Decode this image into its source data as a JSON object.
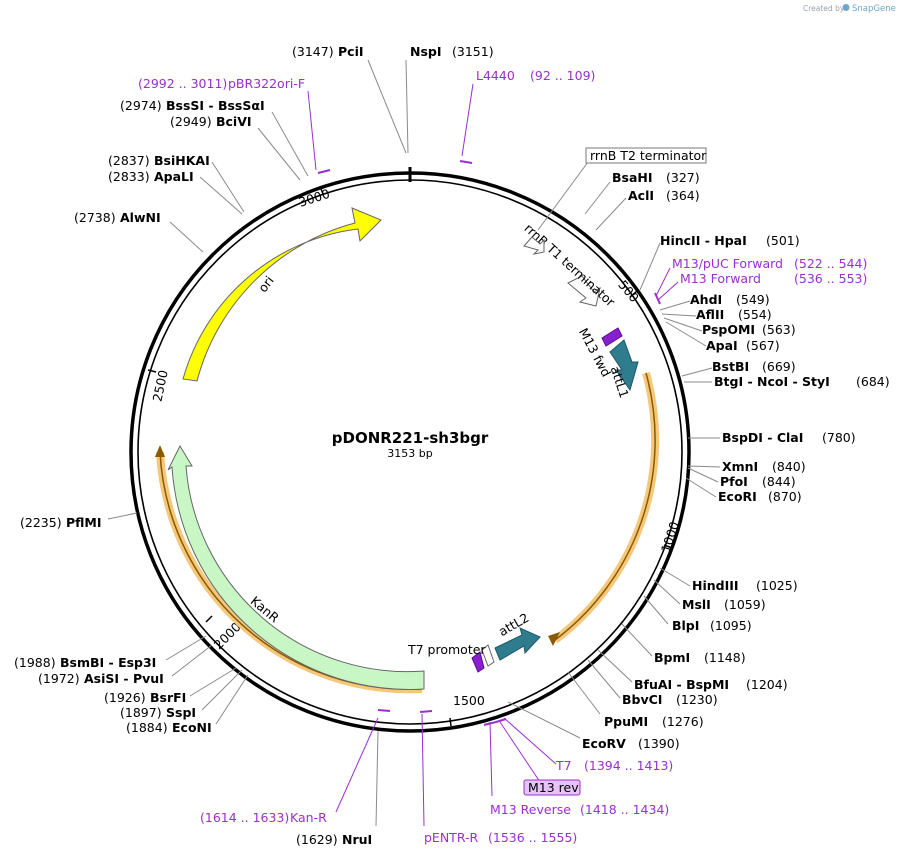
{
  "header": {
    "brand_prefix": "Created by",
    "brand_name": "SnapGene"
  },
  "plasmid": {
    "name": "pDONR221-sh3bgr",
    "length": "3153 bp"
  },
  "ticks": [
    "500",
    "1000",
    "1500",
    "2000",
    "2500",
    "3000"
  ],
  "features": {
    "rrnB_T2": "rrnB T2 terminator",
    "rrnB_T1": "rrnB T1 terminator",
    "m13_fwd": "M13 fwd",
    "attL1": "attL1",
    "t7_promoter": "T7 promoter",
    "attL2": "attL2",
    "kanR": "KanR",
    "ori": "ori"
  },
  "right_sites": [
    {
      "name": "BsaHI",
      "pos": "(327)"
    },
    {
      "name": "AclI",
      "pos": "(364)"
    },
    {
      "name": "HincII  -  HpaI",
      "pos": "(501)"
    },
    {
      "name": "AhdI",
      "pos": "(549)"
    },
    {
      "name": "AflII",
      "pos": "(554)"
    },
    {
      "name": "PspOMI",
      "pos": "(563)"
    },
    {
      "name": "ApaI",
      "pos": "(567)"
    },
    {
      "name": "BstBI",
      "pos": "(669)"
    },
    {
      "name": "BtgI  -  NcoI  -  StyI",
      "pos": "(684)"
    },
    {
      "name": "BspDI  -  ClaI",
      "pos": "(780)"
    },
    {
      "name": "XmnI",
      "pos": "(840)"
    },
    {
      "name": "PfoI",
      "pos": "(844)"
    },
    {
      "name": "EcoRI",
      "pos": "(870)"
    },
    {
      "name": "HindIII",
      "pos": "(1025)"
    },
    {
      "name": "MslI",
      "pos": "(1059)"
    },
    {
      "name": "BlpI",
      "pos": "(1095)"
    },
    {
      "name": "BpmI",
      "pos": "(1148)"
    },
    {
      "name": "BfuAI  -  BspMI",
      "pos": "(1204)"
    },
    {
      "name": "BbvCI",
      "pos": "(1230)"
    },
    {
      "name": "PpuMI",
      "pos": "(1276)"
    },
    {
      "name": "EcoRV",
      "pos": "(1390)"
    }
  ],
  "left_sites": [
    {
      "name": "PciI",
      "pos": "(3147)"
    },
    {
      "name": "BssSI  -  BssSαI",
      "pos": "(2974)"
    },
    {
      "name": "BciVI",
      "pos": "(2949)"
    },
    {
      "name": "BsiHKAI",
      "pos": "(2837)"
    },
    {
      "name": "ApaLI",
      "pos": "(2833)"
    },
    {
      "name": "AlwNI",
      "pos": "(2738)"
    },
    {
      "name": "PflMI",
      "pos": "(2235)"
    },
    {
      "name": "BsmBI  -  Esp3I",
      "pos": "(1988)"
    },
    {
      "name": "AsiSI  -  PvuI",
      "pos": "(1972)"
    },
    {
      "name": "BsrFI",
      "pos": "(1926)"
    },
    {
      "name": "SspI",
      "pos": "(1897)"
    },
    {
      "name": "EcoNI",
      "pos": "(1884)"
    },
    {
      "name": "NruI",
      "pos": "(1629)"
    }
  ],
  "top_site": {
    "name": "NspI",
    "pos": "(3151)"
  },
  "primers": [
    {
      "name": "L4440",
      "range": "(92 .. 109)"
    },
    {
      "name": "M13/pUC Forward",
      "range": "(522 .. 544)"
    },
    {
      "name": "M13 Forward",
      "range": "(536 .. 553)"
    },
    {
      "name": "T7",
      "range": "(1394 .. 1413)"
    },
    {
      "name": "M13 rev",
      "range": ""
    },
    {
      "name": "M13 Reverse",
      "range": "(1418 .. 1434)"
    },
    {
      "name": "pENTR-R",
      "range": "(1536 .. 1555)"
    },
    {
      "name": "Kan-R",
      "range": "(1614 .. 1633)"
    },
    {
      "name": "pBR322ori-F",
      "range": "(2992 .. 3011)"
    }
  ],
  "colors": {
    "ori": "#ffff00",
    "kanR": "#c8f7c5",
    "att": "#2e7c8e",
    "primer": "#9b2fd0",
    "highlight": "#f5c77a",
    "m13_arrow": "#8a1fd0"
  }
}
